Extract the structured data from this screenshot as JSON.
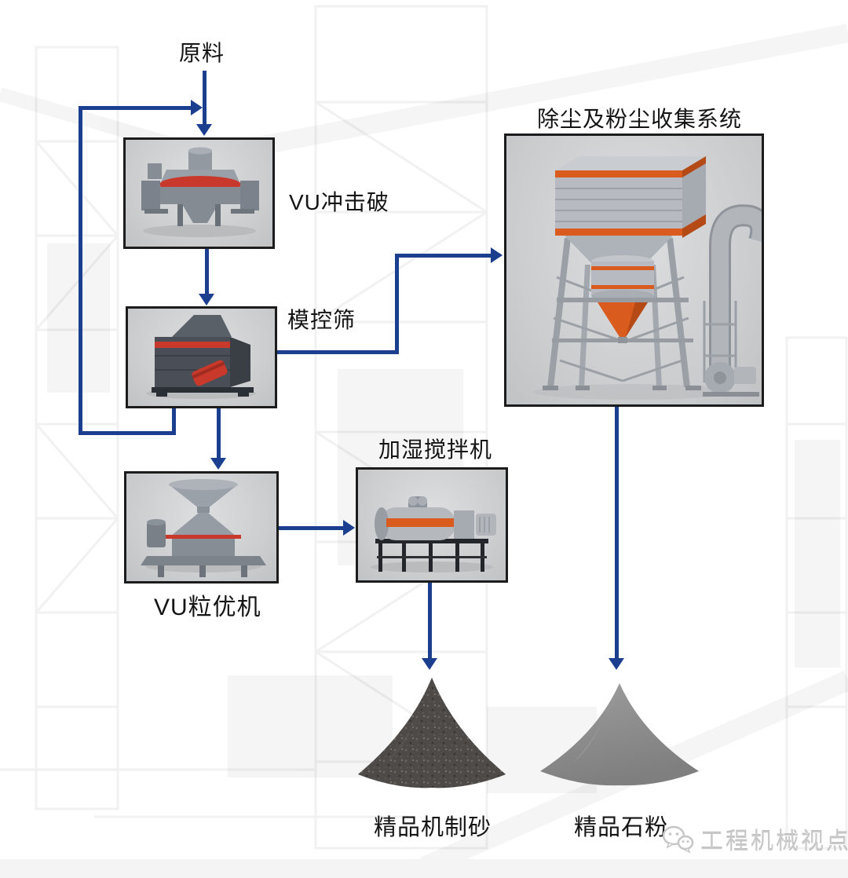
{
  "flow": {
    "source_label": "原料",
    "nodes": {
      "impact_crusher": {
        "label": "VU冲击破"
      },
      "screen": {
        "label": "模控筛"
      },
      "shaping_machine": {
        "label": "VU粒优机"
      },
      "humidifier_mixer": {
        "label": "加湿搅拌机"
      },
      "dust_collection": {
        "label": "除尘及粉尘收集系统"
      }
    },
    "products": {
      "machine_sand": {
        "label": "精品机制砂"
      },
      "stone_powder": {
        "label": "精品石粉"
      }
    }
  },
  "watermark": {
    "label": "工程机械视点",
    "icon": "wechat-logo-icon"
  },
  "colors": {
    "arrow_blue": "#1b3e8f",
    "box_border": "#1c1c1c",
    "machine_red": "#c9392b",
    "machine_orange": "#d95b1e",
    "sand_pile": "#4d4a47",
    "powder_pile": "#8d8d8d",
    "watermark_grey": "#c9c9c9"
  }
}
